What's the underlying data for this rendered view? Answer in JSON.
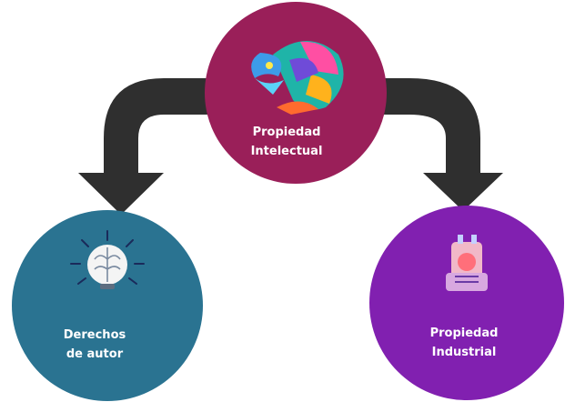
{
  "diagram": {
    "center": {
      "line1": "Propiedad",
      "line2": "Intelectual",
      "color": "#9a1f59",
      "icon": "colorful-lion-head-icon"
    },
    "left": {
      "line1": "Derechos",
      "line2": "de autor",
      "color": "#2a7391",
      "icon": "brain-lightbulb-icon"
    },
    "right": {
      "line1": "Propiedad",
      "line2": "Industrial",
      "color": "#8120b0",
      "icon": "factory-machine-icon"
    },
    "arrow_color": "#2f2f2f"
  }
}
